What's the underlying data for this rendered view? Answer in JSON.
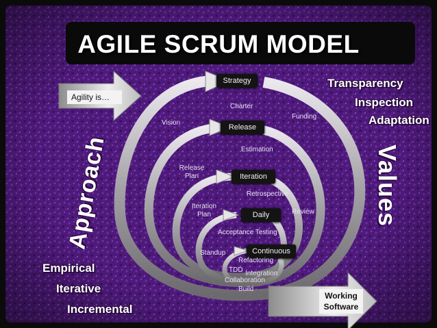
{
  "title": "AGILE SCRUM MODEL",
  "agility_label": "Agility is…",
  "values": [
    "Transparency",
    "Inspection",
    "Adaptation"
  ],
  "values_heading": "Values",
  "approach_heading": "Approach",
  "approach_items": [
    "Empirical",
    "Iterative",
    "Incremental"
  ],
  "levels": [
    "Strategy",
    "Release",
    "Iteration",
    "Daily",
    "Continuous"
  ],
  "annotations": {
    "charter": "Charter",
    "funding": "Funding",
    "vision": "Vision",
    "estimation": "Estimation",
    "release_plan": "Release\nPlan",
    "retrospective": "Retrospective",
    "iteration_plan": "Iteration\nPlan",
    "review": "Review",
    "acceptance_testing": "Acceptance Testing",
    "standup": "Standup",
    "refactoring": "Refactoring",
    "tdd": "TDD",
    "integration": "Integration",
    "collaboration": "Collaboration",
    "build": "Build"
  },
  "working_software": "Working\nSoftware"
}
